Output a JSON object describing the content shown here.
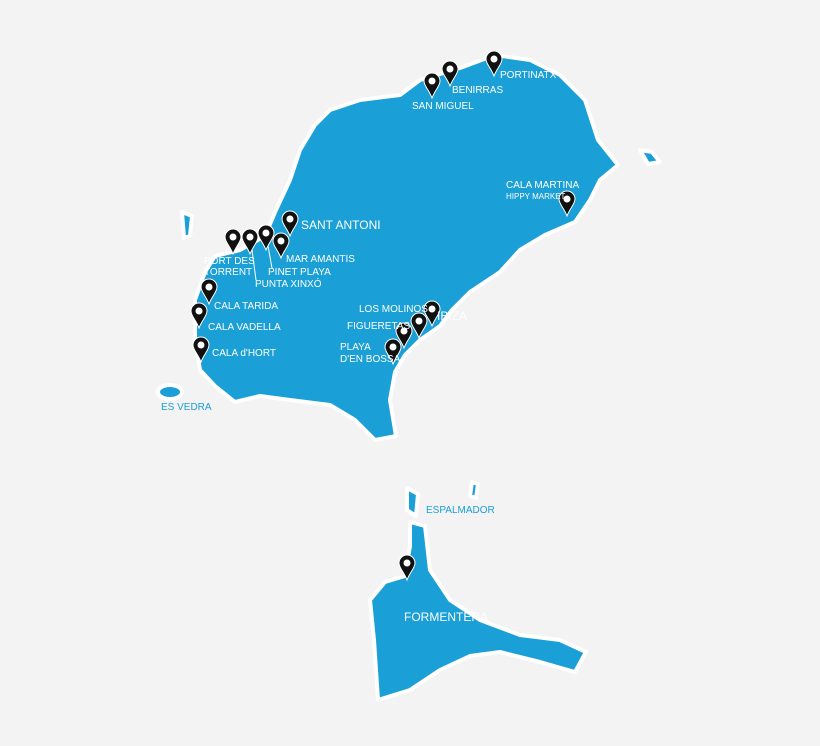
{
  "colors": {
    "land": "#1a9fd6",
    "background": "#f3f3f3",
    "pin": "#111111",
    "label": "#ffffff"
  },
  "icons": {
    "marker": "map-pin-icon"
  },
  "places": {
    "portinatx": "PORTINATX",
    "benirras": "BENIRRAS",
    "san_miguel": "SAN MIGUEL",
    "cala_martina": "CALA MARTINA",
    "hippy_market": "HIPPY MARKET",
    "sant_antoni": "SANT ANTONI",
    "port_des": "PORT DES",
    "torrent": "TORRENT",
    "mar_amantis": "MAR AMANTIS",
    "pinet_playa": "PINET PLAYA",
    "punta_xinxo": "PUNTA XINXÓ",
    "cala_tarida": "CALA TARIDA",
    "cala_vadella": "CALA VADELLA",
    "cala_dhort": "CALA d'HORT",
    "los_molinos": "LOS MOLINOS",
    "ibiza": "IBIZA",
    "figueretas": "FIGUERETAS",
    "playa": "PLAYA",
    "den_bossa": "D'EN BOSSA",
    "es_vedra": "ES VEDRA",
    "espalmador": "ESPALMADOR",
    "formentera": "FORMENTERA"
  }
}
